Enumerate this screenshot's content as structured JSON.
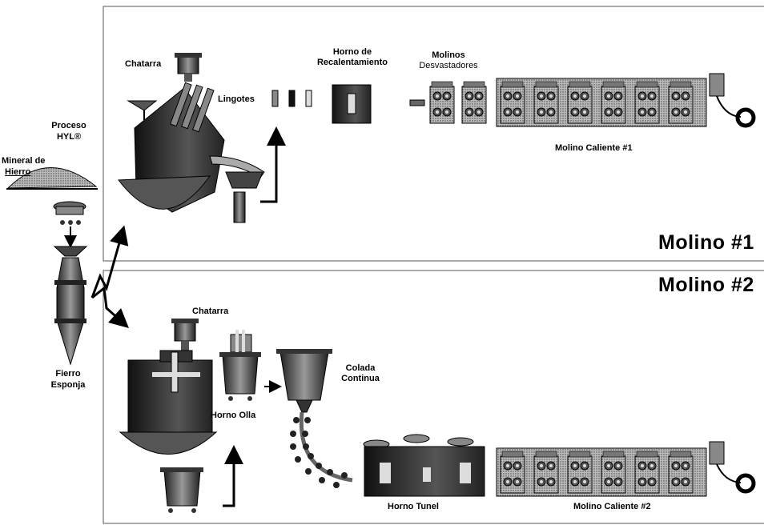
{
  "left": {
    "proceso": "Proceso",
    "hyl": "HYL®",
    "mineral": "Mineral de",
    "hierro": "Hierro",
    "fierro": "Fierro",
    "esponja": "Esponja"
  },
  "molino1": {
    "chatarra": "Chatarra",
    "lingotes": "Lingotes",
    "horno_line1": "Horno de",
    "horno_line2": "Recalentamiento",
    "molinos_line1": "Molinos",
    "molinos_line2": "Desvastadores",
    "caliente": "Molino Caliente #1",
    "title": "Molino #1"
  },
  "molino2": {
    "title": "Molino #2",
    "chatarra": "Chatarra",
    "colada_line1": "Colada",
    "colada_line2": "Continua",
    "horno_olla": "Horno Olla",
    "horno_tunel": "Horno Tunel",
    "caliente": "Molino Caliente #2"
  }
}
